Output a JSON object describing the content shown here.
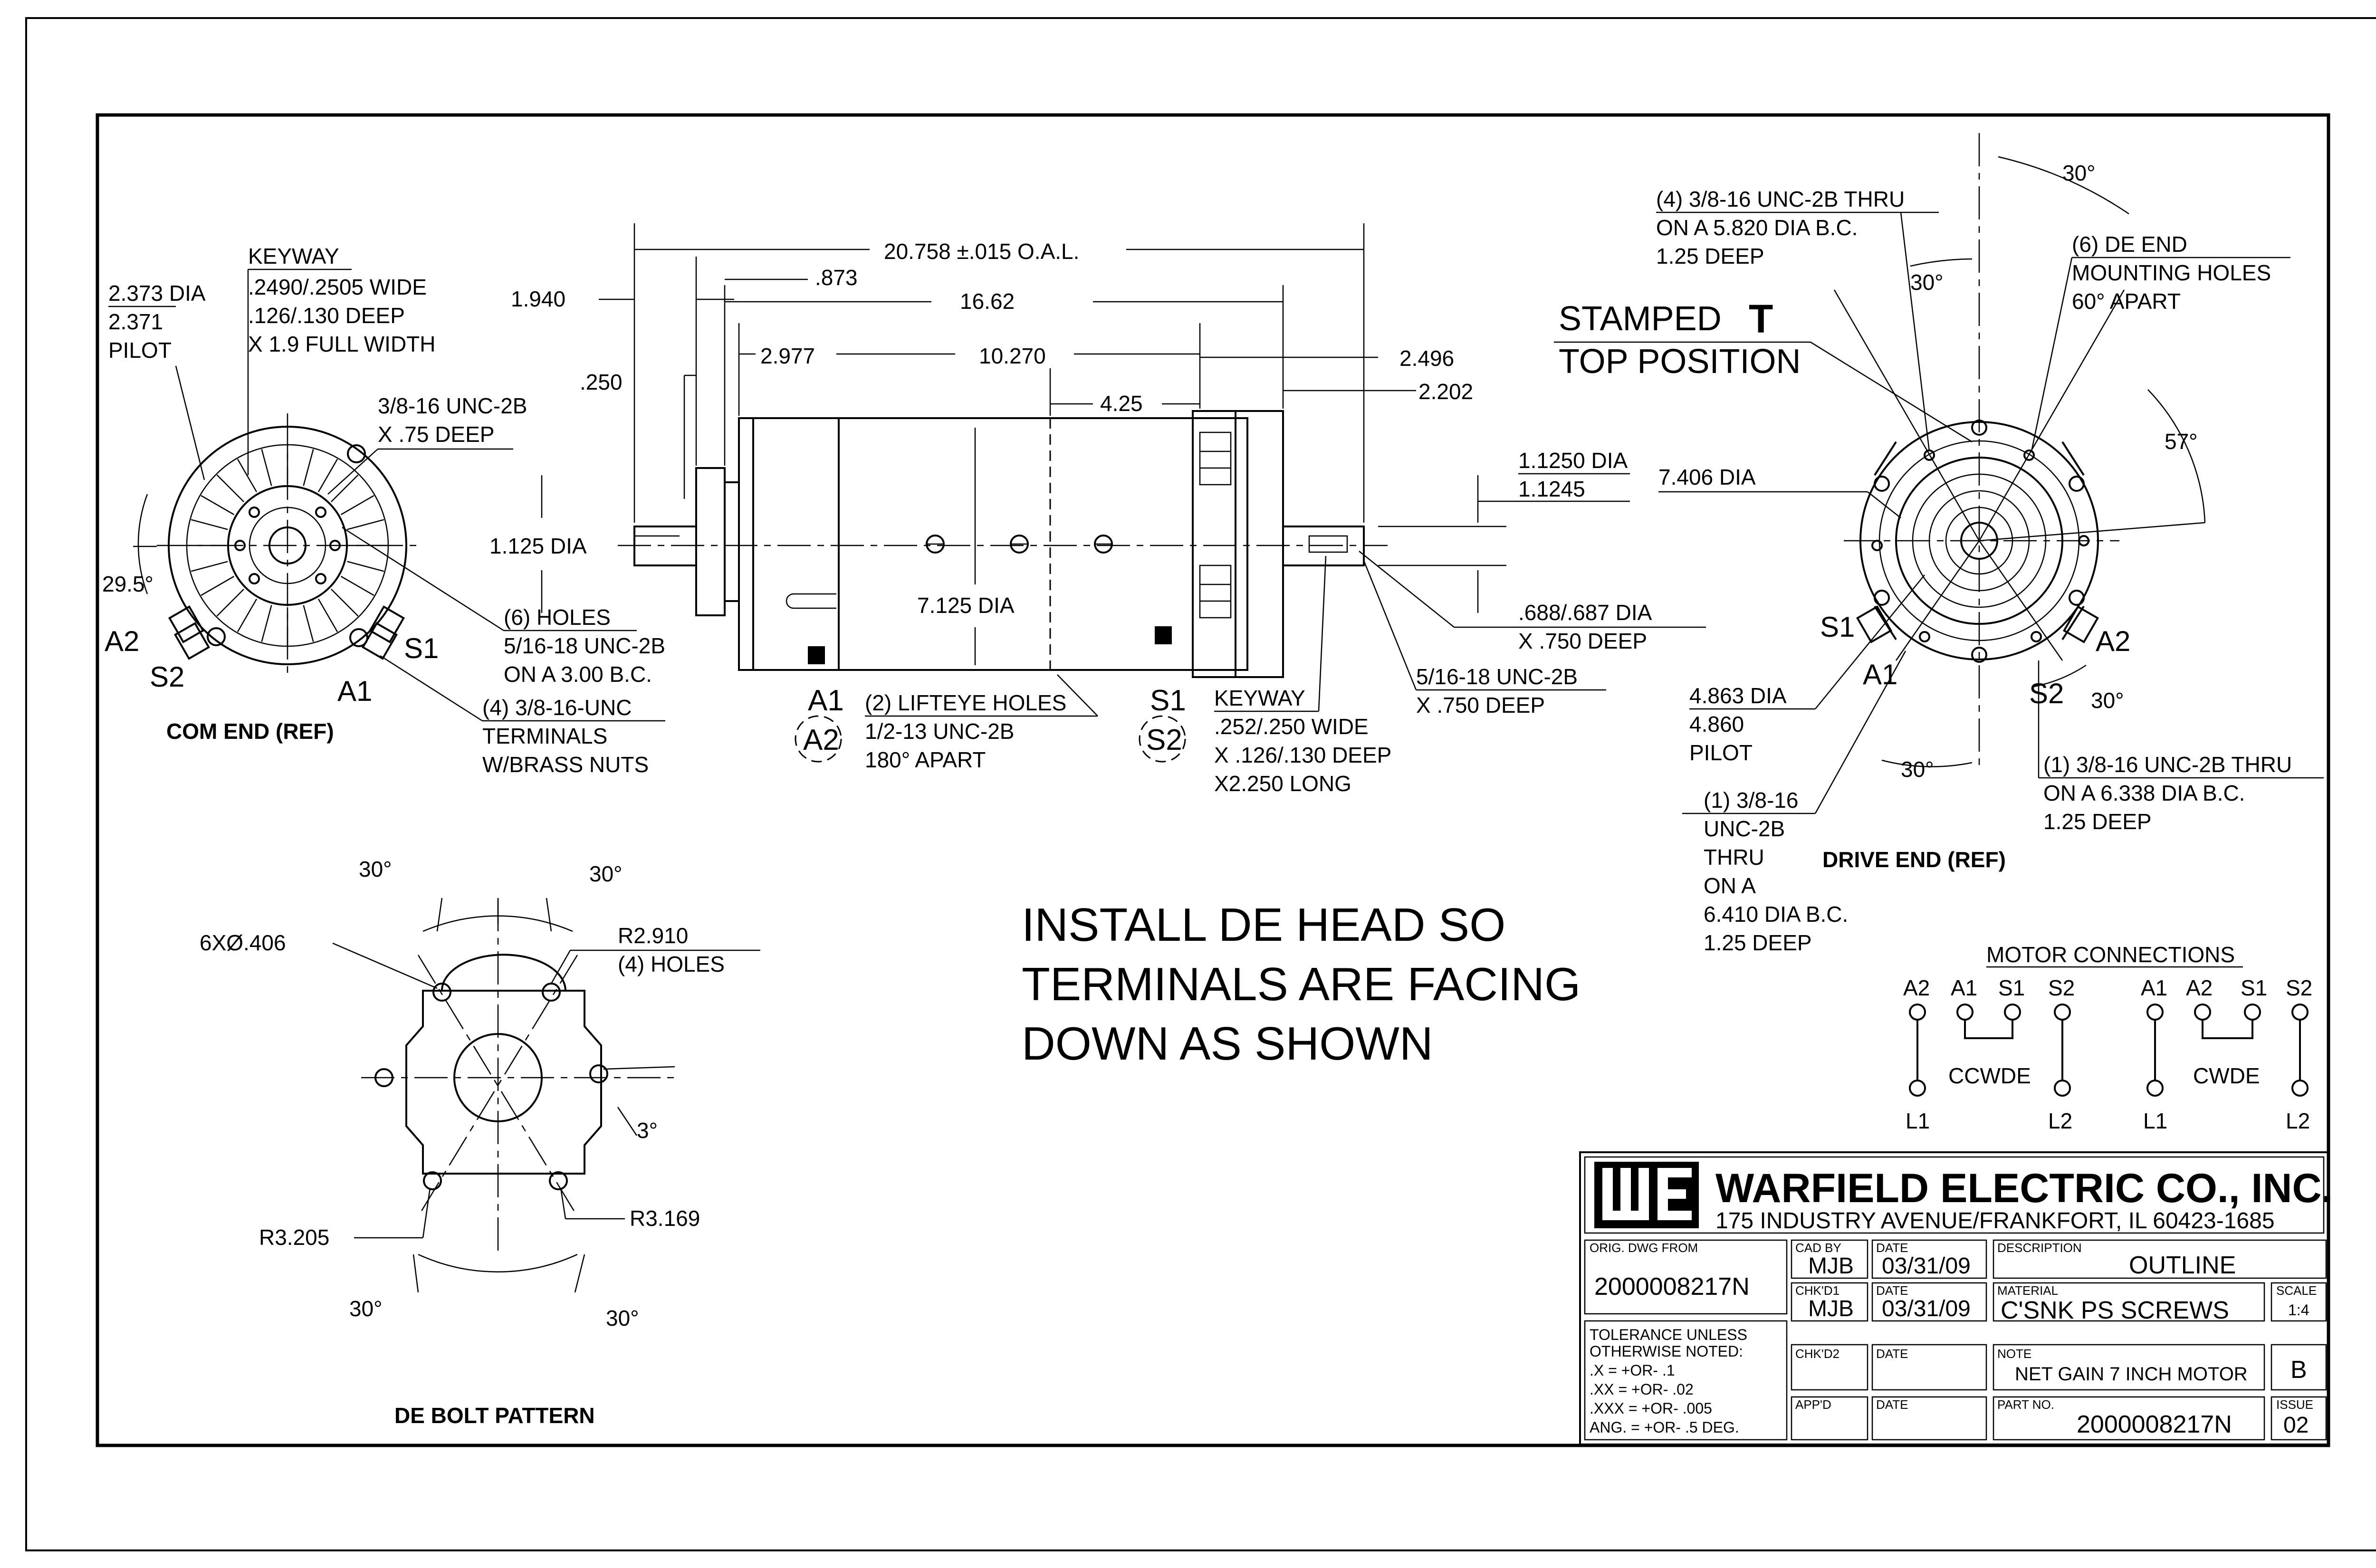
{
  "drawing": {
    "com_end": {
      "pilot_dia": [
        "2.373 DIA",
        "2.371",
        "PILOT"
      ],
      "keyway": [
        "KEYWAY",
        ".2490/.2505 WIDE",
        ".126/.130 DEEP",
        "X 1.9 FULL WIDTH"
      ],
      "tapped": [
        "3/8-16 UNC-2B",
        "X .75 DEEP"
      ],
      "shaft_dia": "1.125 DIA",
      "angle": "29.5°",
      "holes": [
        "(6) HOLES",
        "5/16-18 UNC-2B",
        "ON A 3.00 B.C."
      ],
      "terminals": [
        "(4) 3/8-16-UNC",
        "TERMINALS",
        "W/BRASS  NUTS"
      ],
      "term_a2": "A2",
      "term_s2": "S2",
      "term_a1": "A1",
      "term_s1": "S1",
      "title": "COM END (REF)"
    },
    "side_view": {
      "oal": "20.758 ±.015 O.A.L.",
      "d1940": "1.940",
      "d873": ".873",
      "d1662": "16.62",
      "d250": ".250",
      "d2977": "2.977",
      "d10270": "10.270",
      "d2496": "2.496",
      "d425": "4.25",
      "d2202": "2.202",
      "body_dia": "7.125 DIA",
      "a1": "A1",
      "a2": "A2",
      "s1": "S1",
      "s2": "S2",
      "lifteye": [
        "(2)  LIFTEYE HOLES",
        "1/2-13 UNC-2B",
        "180° APART"
      ],
      "keyway": [
        "KEYWAY",
        ".252/.250 WIDE",
        "X .126/.130 DEEP",
        "X2.250 LONG"
      ],
      "shaft_dia": [
        "1.1250 DIA",
        "1.1245"
      ],
      "bore": [
        ".688/.687 DIA",
        "X .750 DEEP"
      ],
      "tap": [
        "5/16-18 UNC-2B",
        "X .750 DEEP"
      ]
    },
    "drive_end": {
      "top_holes": [
        "(4) 3/8-16 UNC-2B THRU",
        "ON A 5.820 DIA B.C.",
        "1.25 DEEP"
      ],
      "a30_top": "30°",
      "a30_left": "30°",
      "de_holes": [
        "(6) DE END",
        "MOUNTING HOLES",
        "60° APART"
      ],
      "stamped": "STAMPED",
      "stamped_t": "T",
      "top_position": "TOP POSITION",
      "dia7406": "7.406 DIA",
      "a57": "57°",
      "pilot": [
        "4.863 DIA",
        "4.860",
        "PILOT"
      ],
      "s1": "S1",
      "a1": "A1",
      "a2": "A2",
      "s2": "S2",
      "a30_bot": "30°",
      "a30_right": "30°",
      "bottom_hole": [
        "(1) 3/8-16 UNC-2B THRU",
        "ON A 6.338 DIA B.C.",
        "1.25 DEEP"
      ],
      "left_hole": [
        "(1) 3/8-16",
        "UNC-2B",
        "THRU",
        "ON A",
        "6.410 DIA B.C.",
        "1.25 DEEP"
      ],
      "title": "DRIVE END (REF)"
    },
    "bolt_pattern": {
      "a30_tl": "30°",
      "a30_tr": "30°",
      "holes6": "6XØ.406",
      "r2910": [
        "R2.910",
        "(4) HOLES"
      ],
      "a3": "3°",
      "r3205": "R3.205",
      "r3169": "R3.169",
      "a30_bl": "30°",
      "a30_br": "30°",
      "title": "DE BOLT PATTERN"
    },
    "note": [
      "INSTALL DE HEAD SO",
      "TERMINALS  ARE FACING",
      "DOWN AS SHOWN"
    ],
    "connections": {
      "title": "MOTOR CONNECTIONS",
      "ccw": {
        "top": [
          "A2",
          "A1",
          "S1",
          "S2"
        ],
        "label": "CCWDE",
        "l1": "L1",
        "l2": "L2"
      },
      "cw": {
        "top": [
          "A1",
          "A2",
          "S1",
          "S2"
        ],
        "label": "CWDE",
        "l1": "L1",
        "l2": "L2"
      }
    }
  },
  "title_block": {
    "logo": "WE",
    "company": "WARFIELD ELECTRIC CO., INC.",
    "address": "175 INDUSTRY AVENUE/FRANKFORT, IL 60423-1685",
    "orig_label": "ORIG. DWG FROM",
    "orig_value": "2000008217N",
    "cad_label": "CAD BY",
    "cad_value": "MJB",
    "date1_label": "DATE",
    "date1_value": "03/31/09",
    "desc_label": "DESCRIPTION",
    "desc_value": "OUTLINE",
    "chk1_label": "CHK'D1",
    "chk1_value": "MJB",
    "date2_label": "DATE",
    "date2_value": "03/31/09",
    "mat_label": "MATERIAL",
    "mat_value": "C'SNK PS SCREWS",
    "scale_label": "SCALE",
    "scale_value": "1:4",
    "tol": [
      "TOLERANCE UNLESS",
      "OTHERWISE NOTED:",
      ".X     = +OR- .1",
      ".XX    = +OR- .02",
      ".XXX  = +OR- .005",
      "ANG.  = +OR- .5 DEG."
    ],
    "chk2_label": "CHK'D2",
    "date3_label": "DATE",
    "note_label": "NOTE",
    "note_value": "NET GAIN 7 INCH MOTOR",
    "rev": "B",
    "appd_label": "APP'D",
    "date4_label": "DATE",
    "part_label": "PART NO.",
    "part_value": "2000008217N",
    "issue_label": "ISSUE",
    "issue_value": "02"
  }
}
